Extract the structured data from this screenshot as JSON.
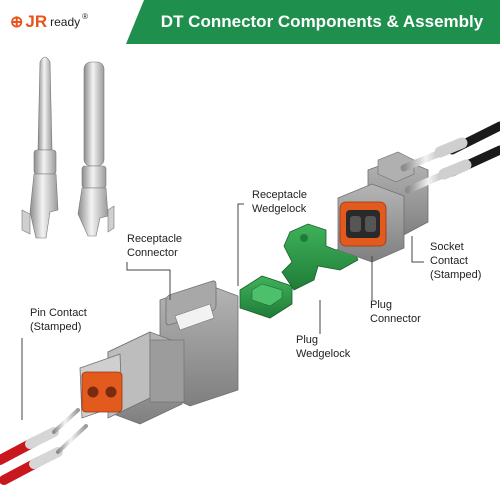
{
  "brand": {
    "mark": "⊕",
    "name_main": "JR",
    "name_suffix": "ready",
    "registered": "®",
    "accent": "#e9541c"
  },
  "header": {
    "title": "DT Connector Components & Assembly",
    "background": "#1f8f4e"
  },
  "labels": {
    "receptacle_wedgelock": [
      "Receptacle",
      "Wedgelock"
    ],
    "receptacle_connector": [
      "Receptacle",
      "Connector"
    ],
    "pin_contact": [
      "Pin Contact",
      "(Stamped)"
    ],
    "plug_wedgelock": [
      "Plug",
      "Wedgelock"
    ],
    "plug_connector": [
      "Plug",
      "Connector"
    ],
    "socket_contact": [
      "Socket",
      "Contact",
      "(Stamped)"
    ]
  },
  "colors": {
    "connector_gray": "#9a9a9a",
    "wedgelock_green": "#2e9a4a",
    "seal_orange": "#e35a1f",
    "wire_red": "#c8181e",
    "wire_black": "#1a1a1a"
  }
}
